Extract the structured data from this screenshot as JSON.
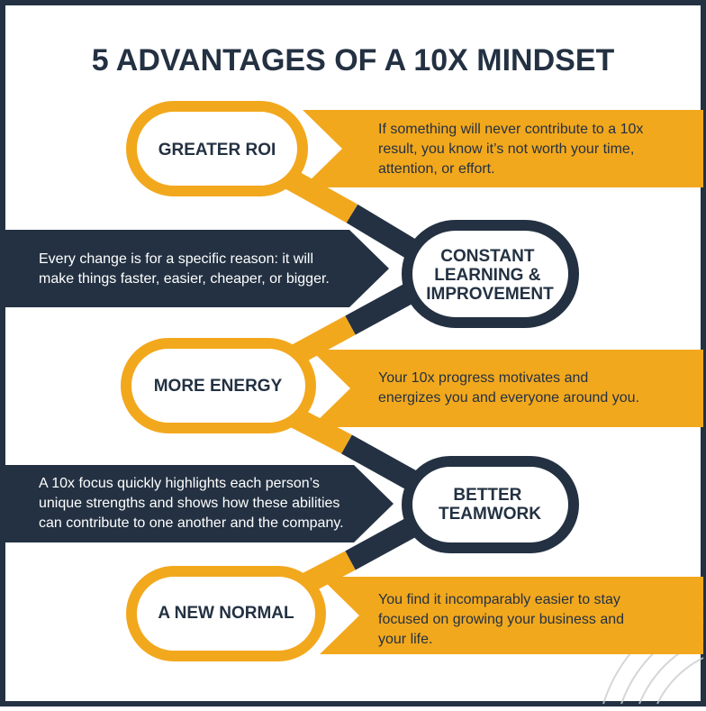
{
  "title": "5 ADVANTAGES OF A 10X MINDSET",
  "colors": {
    "orange": "#F2A81D",
    "navy": "#233142",
    "white": "#FFFFFF",
    "arc": "#CCCCCC"
  },
  "items": [
    {
      "label": [
        "GREATER ROI"
      ],
      "description": [
        "If something will never contribute to a 10x",
        "result, you know it’s not worth your time,",
        "attention, or effort."
      ]
    },
    {
      "label": [
        "CONSTANT",
        "LEARNING &",
        "IMPROVEMENT"
      ],
      "description": [
        "Every change is for a specific reason: it will",
        "make things faster, easier, cheaper, or bigger."
      ]
    },
    {
      "label": [
        "MORE ENERGY"
      ],
      "description": [
        "Your 10x progress motivates and",
        "energizes you and everyone around you."
      ]
    },
    {
      "label": [
        "BETTER",
        "TEAMWORK"
      ],
      "description": [
        "A 10x focus quickly highlights each person’s",
        "unique strengths and shows how these abilities",
        "can contribute to one another and the company."
      ]
    },
    {
      "label": [
        "A NEW NORMAL"
      ],
      "description": [
        "You find it incomparably easier to stay",
        "focused on growing your business and",
        "your life."
      ]
    }
  ]
}
